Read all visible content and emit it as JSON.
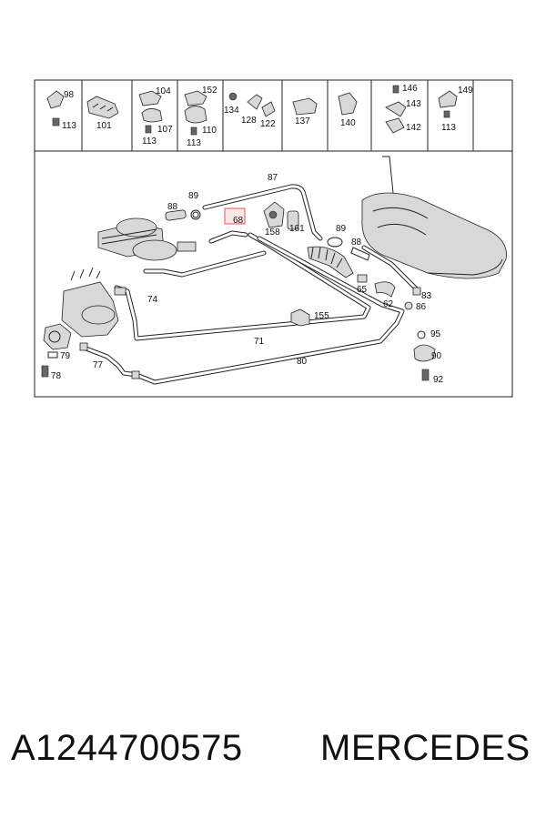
{
  "colors": {
    "highlight": "#e05555",
    "highlight_fill": "#f6d6d6",
    "line": "#222222"
  },
  "header_cells": [
    {
      "id": "c1",
      "labels": [
        "98",
        "113"
      ]
    },
    {
      "id": "c2",
      "labels": [
        "101"
      ]
    },
    {
      "id": "c3",
      "labels": [
        "104",
        "107",
        "113"
      ]
    },
    {
      "id": "c4",
      "labels": [
        "152",
        "110",
        "113"
      ]
    },
    {
      "id": "c5",
      "labels": [
        "134",
        "128",
        "122"
      ]
    },
    {
      "id": "c6",
      "labels": [
        "137"
      ]
    },
    {
      "id": "c7",
      "labels": [
        "140"
      ]
    },
    {
      "id": "c8",
      "labels": [
        "146",
        "143",
        "142"
      ]
    },
    {
      "id": "c9",
      "labels": [
        "149",
        "113"
      ]
    }
  ],
  "callouts": [
    "87",
    "89",
    "88",
    "68",
    "158",
    "161",
    "89",
    "88",
    "74",
    "83",
    "62",
    "65",
    "86",
    "155",
    "71",
    "95",
    "90",
    "80",
    "77",
    "79",
    "78",
    "92"
  ],
  "highlighted_callout": "68",
  "caption": {
    "part_number": "A1244700575",
    "brand": "MERCEDES"
  }
}
